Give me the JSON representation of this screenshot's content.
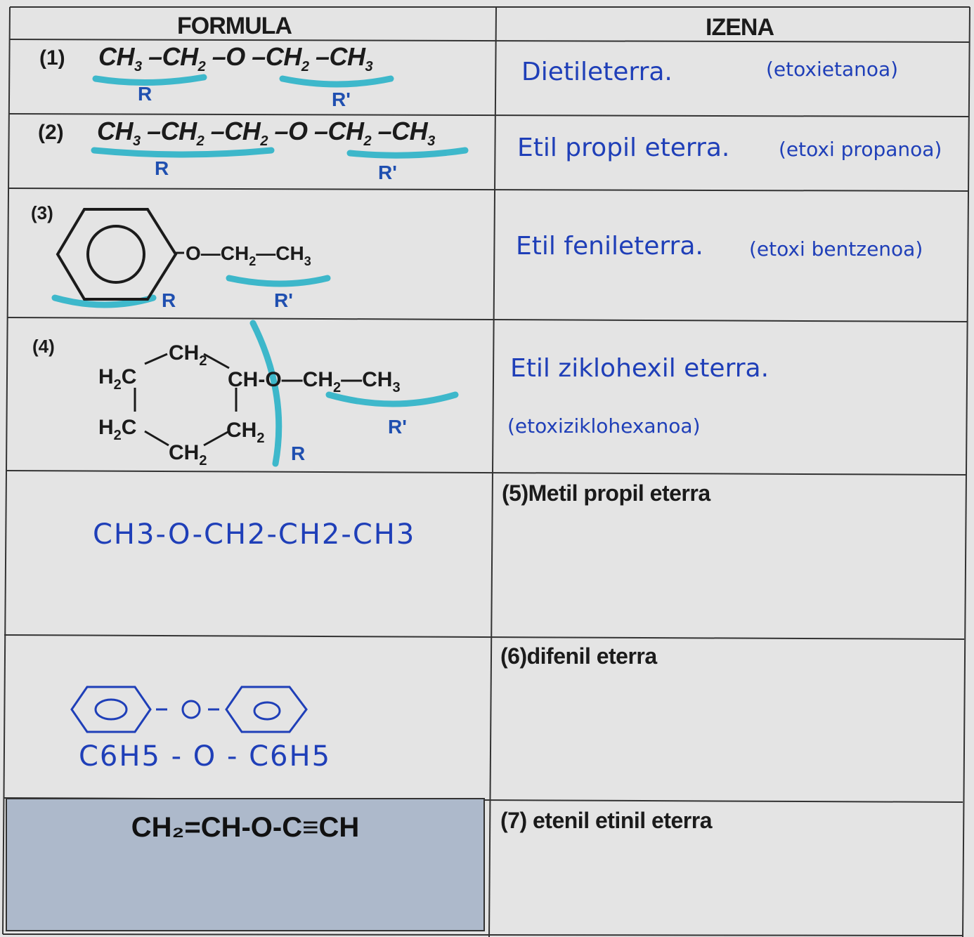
{
  "header": {
    "formula": "FORMULA",
    "name": "IZENA"
  },
  "rows": [
    {
      "num": "(1)",
      "label_r": "R",
      "label_r2": "R'",
      "name": "Dietileterra.",
      "alt": "(etoxietanoa)"
    },
    {
      "num": "(2)",
      "label_r": "R",
      "label_r2": "R'",
      "name": "Etil propil eterra.",
      "alt": "(etoxi propanoa)"
    },
    {
      "num": "(3)",
      "label_r": "R",
      "label_r2": "R'",
      "name": "Etil fenileterra.",
      "alt": "(etoxi bentzenoa)"
    },
    {
      "num": "(4)",
      "label_r": "R",
      "label_r2": "R'",
      "name": "Etil ziklohexil eterra.",
      "alt": "(etoxiziklohexanoa)"
    },
    {
      "formula_hand": "CH3-O-CH2-CH2-CH3",
      "name": "(5)Metil propil eterra"
    },
    {
      "formula_hand": "C6H5 - O - C6H5",
      "name": "(6)difenil eterra"
    },
    {
      "formula_typed": "CH₂=CH-O-C≡CH",
      "name": "(7) etenil etinil eterra"
    }
  ],
  "colors": {
    "ink": "#1b1b1b",
    "pen": "#1f3fb8",
    "highlight": "#2bb3c8",
    "box": "#adb9cb"
  }
}
